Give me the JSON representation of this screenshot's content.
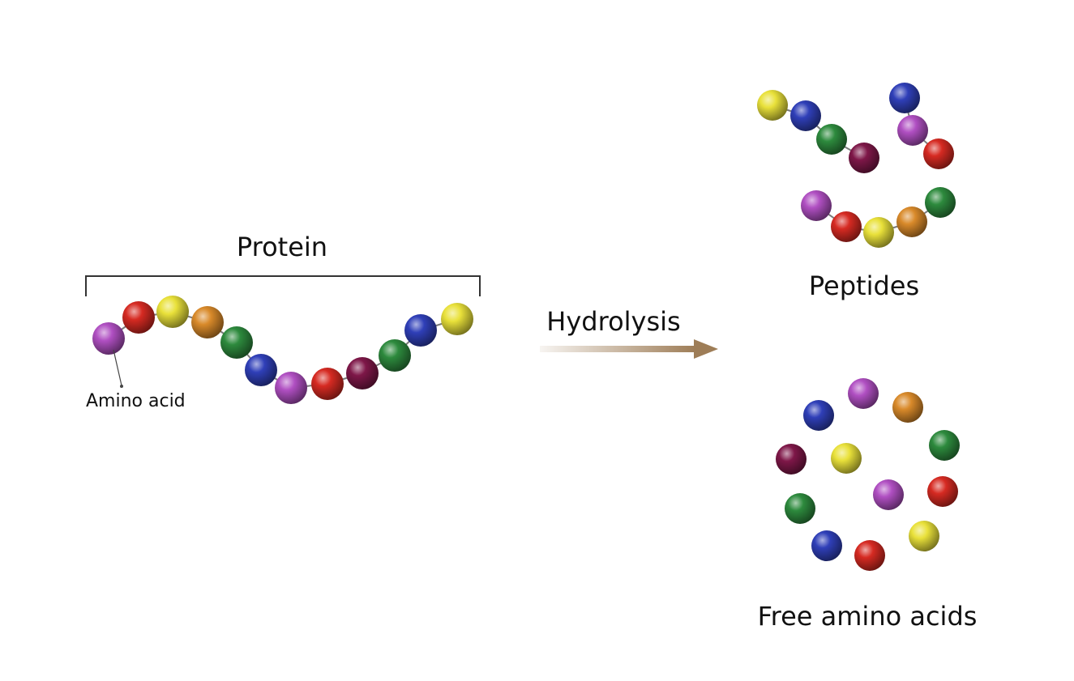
{
  "labels": {
    "protein": "Protein",
    "amino_acid": "Amino acid",
    "hydrolysis": "Hydrolysis",
    "peptides": "Peptides",
    "free_amino_acids": "Free amino acids"
  },
  "colors": {
    "purple": "#b04fc2",
    "red": "#d62a22",
    "yellow": "#e9e13a",
    "orange": "#d98a2a",
    "green": "#2d8a3d",
    "blue": "#2f3fb8",
    "maroon": "#7e1748",
    "arrow": "#9e7d57",
    "bracket": "#333333"
  },
  "protein_chain": [
    "purple",
    "red",
    "yellow",
    "orange",
    "green",
    "blue",
    "purple",
    "red",
    "maroon",
    "green",
    "blue",
    "yellow"
  ],
  "peptides": [
    [
      "yellow",
      "blue",
      "green",
      "maroon"
    ],
    [
      "blue",
      "purple",
      "red"
    ],
    [
      "purple",
      "red",
      "yellow",
      "orange",
      "green"
    ]
  ],
  "free_amino_acids": [
    "purple",
    "orange",
    "blue",
    "green",
    "maroon",
    "yellow",
    "red",
    "purple",
    "green",
    "yellow",
    "blue",
    "red"
  ]
}
